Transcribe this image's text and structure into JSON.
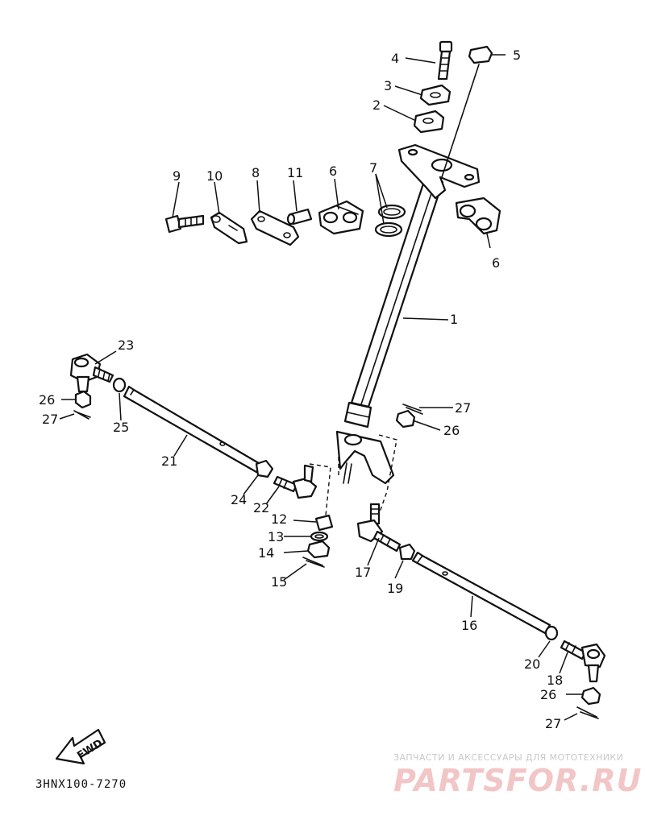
{
  "diagram": {
    "code": "3HNX100-7270",
    "fwd_label": "FWD",
    "labels": [
      "1",
      "2",
      "3",
      "4",
      "5",
      "6",
      "6",
      "7",
      "8",
      "9",
      "10",
      "11",
      "12",
      "13",
      "14",
      "15",
      "16",
      "17",
      "18",
      "19",
      "20",
      "21",
      "22",
      "23",
      "24",
      "25",
      "26",
      "26",
      "26",
      "27",
      "27",
      "27"
    ]
  },
  "watermark": {
    "tagline": "ЗАПЧАСТИ И АКСЕССУАРЫ ДЛЯ МОТОТЕХНИКИ",
    "brand": "PARTSFOR.RU"
  }
}
